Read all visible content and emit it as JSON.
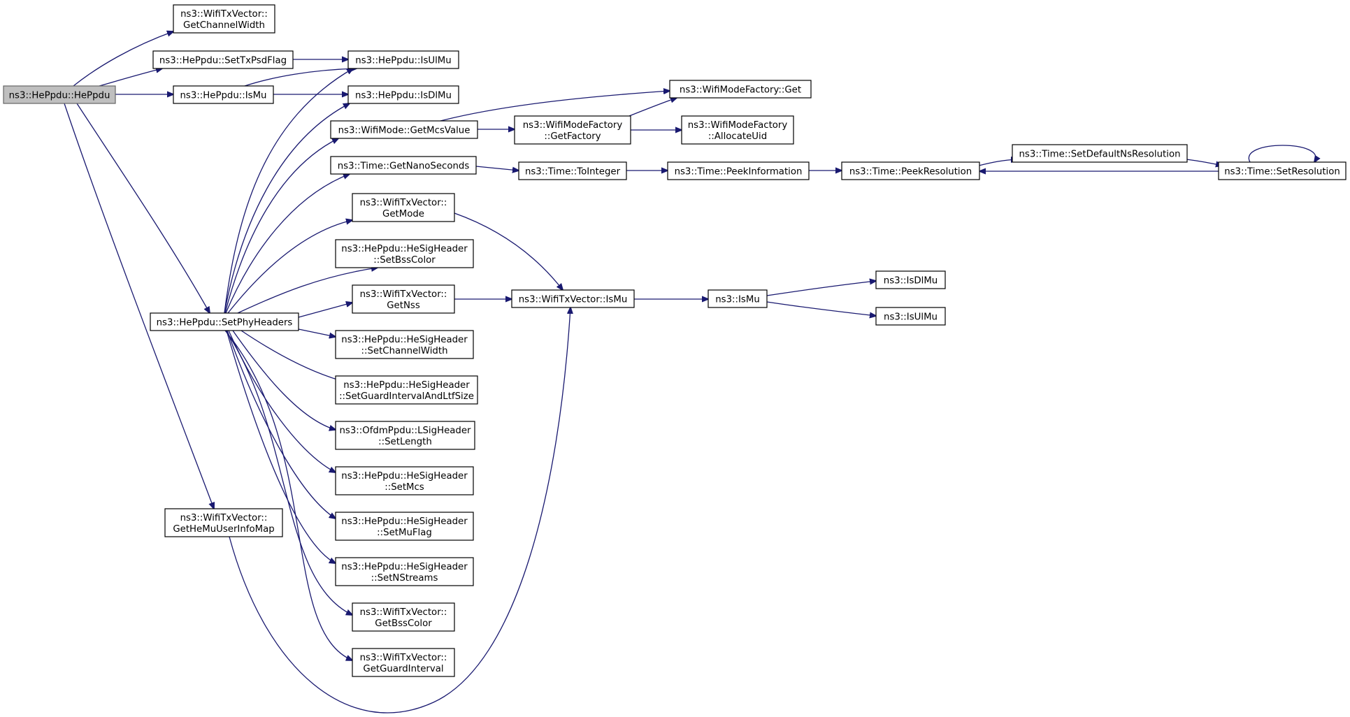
{
  "graph": {
    "edge_color": "#191970",
    "root_fill": "#bfbfbf",
    "nodes": {
      "root": [
        "ns3::HePpdu::HePpdu"
      ],
      "getChannelWidth": [
        "ns3::WifiTxVector::",
        "GetChannelWidth"
      ],
      "setTxPsdFlag": [
        "ns3::HePpdu::SetTxPsdFlag"
      ],
      "hpIsMu": [
        "ns3::HePpdu::IsMu"
      ],
      "isUlMu": [
        "ns3::HePpdu::IsUlMu"
      ],
      "isDlMu": [
        "ns3::HePpdu::IsDlMu"
      ],
      "setPhyHeaders": [
        "ns3::HePpdu::SetPhyHeaders"
      ],
      "getHeMuUserInfoMap": [
        "ns3::WifiTxVector::",
        "GetHeMuUserInfoMap"
      ],
      "getMcsValue": [
        "ns3::WifiMode::GetMcsValue"
      ],
      "wmfGet": [
        "ns3::WifiModeFactory::Get"
      ],
      "wmfGetFactory": [
        "ns3::WifiModeFactory",
        "::GetFactory"
      ],
      "wmfAllocateUid": [
        "ns3::WifiModeFactory",
        "::AllocateUid"
      ],
      "getNanoSeconds": [
        "ns3::Time::GetNanoSeconds"
      ],
      "toInteger": [
        "ns3::Time::ToInteger"
      ],
      "peekInformation": [
        "ns3::Time::PeekInformation"
      ],
      "peekResolution": [
        "ns3::Time::PeekResolution"
      ],
      "setDefaultNsResolution": [
        "ns3::Time::SetDefaultNsResolution"
      ],
      "setResolution": [
        "ns3::Time::SetResolution"
      ],
      "getMode": [
        "ns3::WifiTxVector::",
        "GetMode"
      ],
      "setBssColor": [
        "ns3::HePpdu::HeSigHeader",
        "::SetBssColor"
      ],
      "getNss": [
        "ns3::WifiTxVector::",
        "GetNss"
      ],
      "txvIsMu": [
        "ns3::WifiTxVector::IsMu"
      ],
      "nsIsMu": [
        "ns3::IsMu"
      ],
      "nsIsDlMu": [
        "ns3::IsDlMu"
      ],
      "nsIsUlMu": [
        "ns3::IsUlMu"
      ],
      "setChannelWidth": [
        "ns3::HePpdu::HeSigHeader",
        "::SetChannelWidth"
      ],
      "setGuardInterval": [
        "ns3::HePpdu::HeSigHeader",
        "::SetGuardIntervalAndLtfSize"
      ],
      "setLength": [
        "ns3::OfdmPpdu::LSigHeader",
        "::SetLength"
      ],
      "setMcs": [
        "ns3::HePpdu::HeSigHeader",
        "::SetMcs"
      ],
      "setMuFlag": [
        "ns3::HePpdu::HeSigHeader",
        "::SetMuFlag"
      ],
      "setNStreams": [
        "ns3::HePpdu::HeSigHeader",
        "::SetNStreams"
      ],
      "getBssColor": [
        "ns3::WifiTxVector::",
        "GetBssColor"
      ],
      "getGuardInterval": [
        "ns3::WifiTxVector::",
        "GetGuardInterval"
      ]
    },
    "edges": [
      [
        "root",
        "getChannelWidth"
      ],
      [
        "root",
        "setTxPsdFlag"
      ],
      [
        "root",
        "hpIsMu"
      ],
      [
        "root",
        "setPhyHeaders"
      ],
      [
        "root",
        "getHeMuUserInfoMap"
      ],
      [
        "setTxPsdFlag",
        "isUlMu"
      ],
      [
        "hpIsMu",
        "isUlMu"
      ],
      [
        "hpIsMu",
        "isDlMu"
      ],
      [
        "setPhyHeaders",
        "isUlMu"
      ],
      [
        "setPhyHeaders",
        "isDlMu"
      ],
      [
        "setPhyHeaders",
        "getMcsValue"
      ],
      [
        "setPhyHeaders",
        "getNanoSeconds"
      ],
      [
        "setPhyHeaders",
        "getMode"
      ],
      [
        "setPhyHeaders",
        "setBssColor"
      ],
      [
        "setPhyHeaders",
        "getNss"
      ],
      [
        "setPhyHeaders",
        "setChannelWidth"
      ],
      [
        "setPhyHeaders",
        "setGuardInterval"
      ],
      [
        "setPhyHeaders",
        "setLength"
      ],
      [
        "setPhyHeaders",
        "setMcs"
      ],
      [
        "setPhyHeaders",
        "setMuFlag"
      ],
      [
        "setPhyHeaders",
        "setNStreams"
      ],
      [
        "setPhyHeaders",
        "getBssColor"
      ],
      [
        "setPhyHeaders",
        "getGuardInterval"
      ],
      [
        "getMcsValue",
        "wmfGet"
      ],
      [
        "getMcsValue",
        "wmfGetFactory"
      ],
      [
        "wmfGetFactory",
        "wmfGet"
      ],
      [
        "wmfGetFactory",
        "wmfAllocateUid"
      ],
      [
        "getNanoSeconds",
        "toInteger"
      ],
      [
        "toInteger",
        "peekInformation"
      ],
      [
        "peekInformation",
        "peekResolution"
      ],
      [
        "peekResolution",
        "setDefaultNsResolution"
      ],
      [
        "setDefaultNsResolution",
        "setResolution"
      ],
      [
        "setResolution",
        "peekResolution"
      ],
      [
        "setResolution",
        "setResolution"
      ],
      [
        "getMode",
        "txvIsMu"
      ],
      [
        "getNss",
        "txvIsMu"
      ],
      [
        "getHeMuUserInfoMap",
        "txvIsMu"
      ],
      [
        "txvIsMu",
        "nsIsMu"
      ],
      [
        "nsIsMu",
        "nsIsDlMu"
      ],
      [
        "nsIsMu",
        "nsIsUlMu"
      ]
    ]
  }
}
